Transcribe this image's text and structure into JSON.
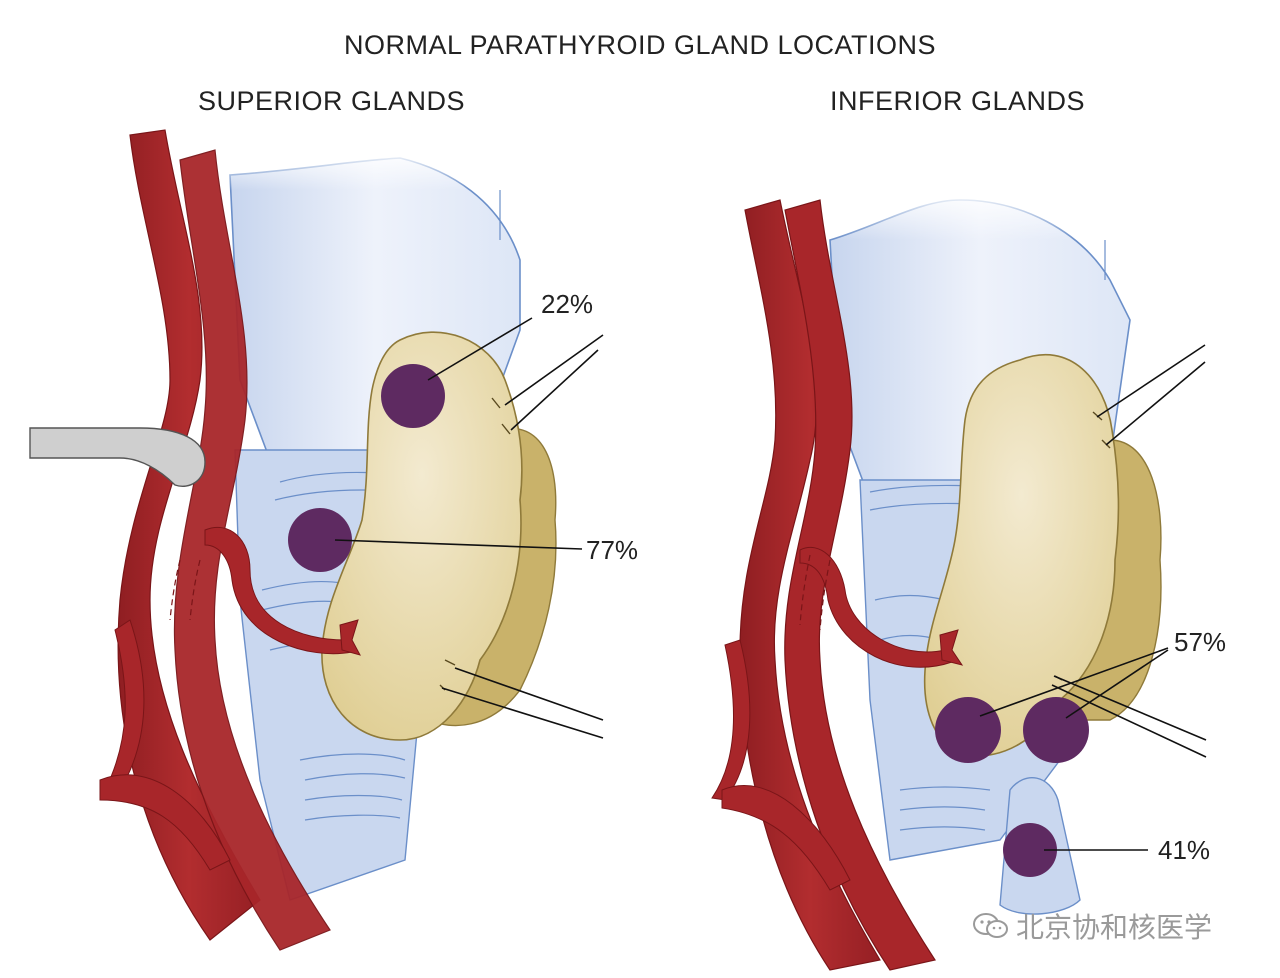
{
  "title": "NORMAL PARATHYROID GLAND LOCATIONS",
  "panels": {
    "superior": {
      "title": "SUPERIOR GLANDS",
      "labels": [
        "22%",
        "77%"
      ]
    },
    "inferior": {
      "title": "INFERIOR GLANDS",
      "labels": [
        "57%",
        "41%"
      ]
    }
  },
  "watermark": "北京协和核医学",
  "colors": {
    "artery": "#a8262a",
    "artery_light": "#c8423f",
    "cartilage": "#dde6f6",
    "trachea": "#c9d7ef",
    "outline": "#6b8fc9",
    "thyroid": "#e3d39b",
    "thyroid_dark": "#c9b26a",
    "gland": "#5e2a61",
    "nerve_band": "#cfcfcf"
  }
}
